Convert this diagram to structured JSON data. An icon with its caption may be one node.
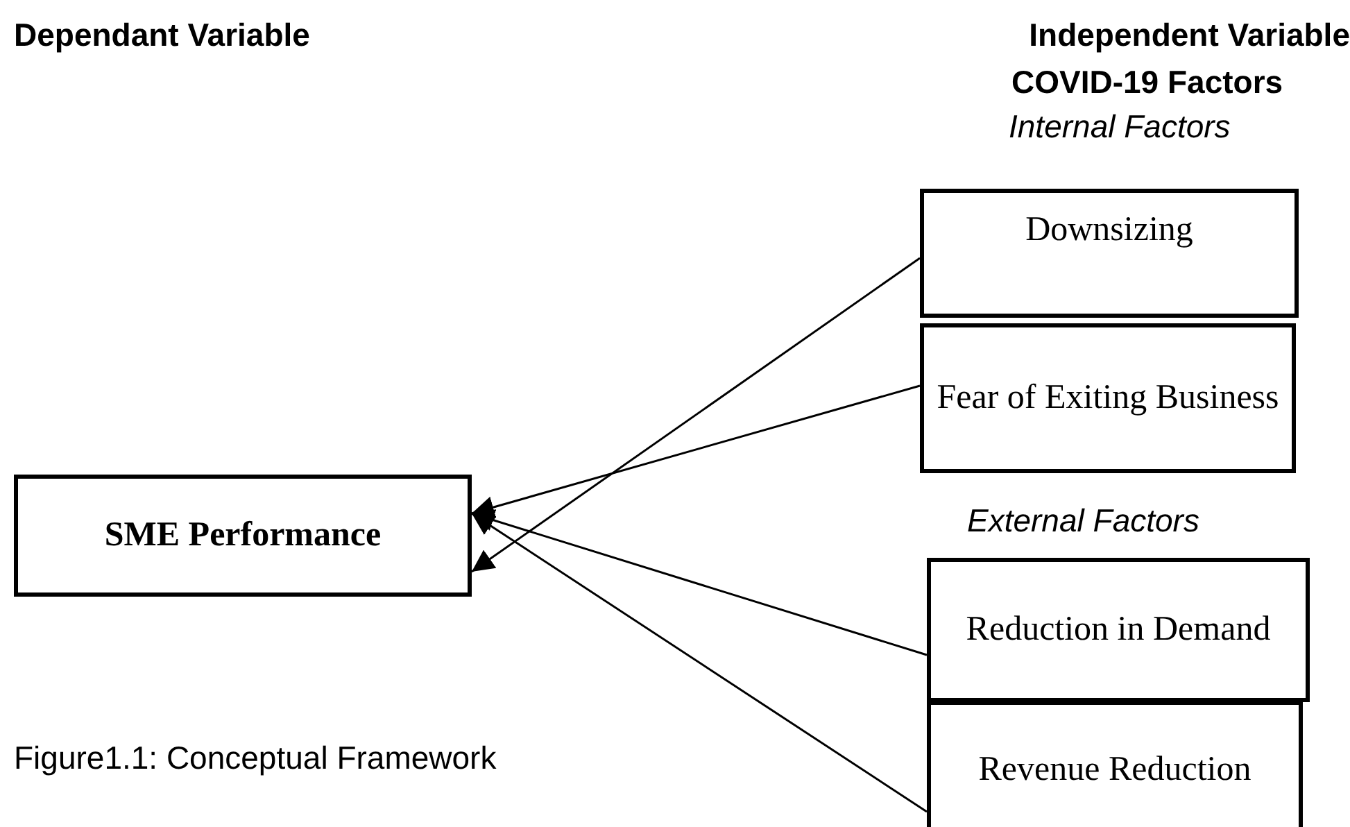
{
  "diagram": {
    "caption": "Figure1.1: Conceptual Framework",
    "nodes": [
      {
        "text": [
          "SME Performance"
        ]
      },
      {
        "text": [
          "Downsizing"
        ]
      },
      {
        "text": [
          "Fear of Exiting Business"
        ]
      },
      {
        "text": [
          "Reduction in Demand"
        ]
      },
      {
        "text": [
          "Revenue Reduction"
        ]
      }
    ],
    "edges": [
      {
        "from": 1,
        "to": 0,
        "arrow": "to"
      },
      {
        "from": 2,
        "to": 0,
        "arrow": "to"
      },
      {
        "from": 3,
        "to": 0,
        "arrow": "to"
      },
      {
        "from": 4,
        "to": 0,
        "arrow": "to"
      }
    ],
    "labels": [
      "Dependant Variable",
      "Independent Variable",
      "COVID-19 Factors",
      "Internal Factors",
      "External Factors"
    ]
  }
}
